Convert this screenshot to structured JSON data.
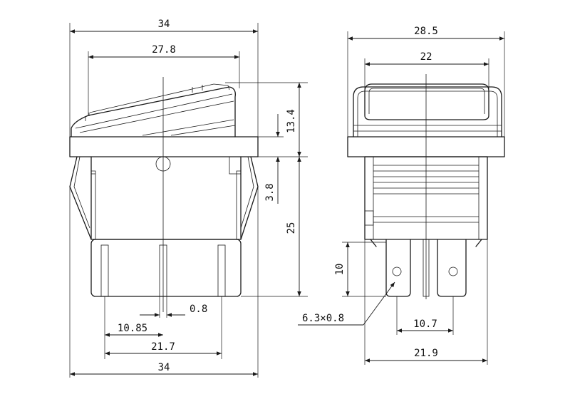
{
  "front_view": {
    "top_width": "34",
    "inner_width": "27.8",
    "rocker_height": "13.4",
    "bezel_offset": "3.8",
    "body_height": "25",
    "pin_thickness": "0.8",
    "pin_half_spacing": "10.85",
    "pin_span": "21.7",
    "bottom_width": "34"
  },
  "side_view": {
    "top_width": "28.5",
    "rocker_width": "22",
    "terminal_height": "10",
    "terminal_size": "6.3×0.8",
    "terminal_spacing": "10.7",
    "bottom_width": "21.9"
  },
  "colors": {
    "line": "#1a1a1a",
    "background": "#ffffff"
  }
}
